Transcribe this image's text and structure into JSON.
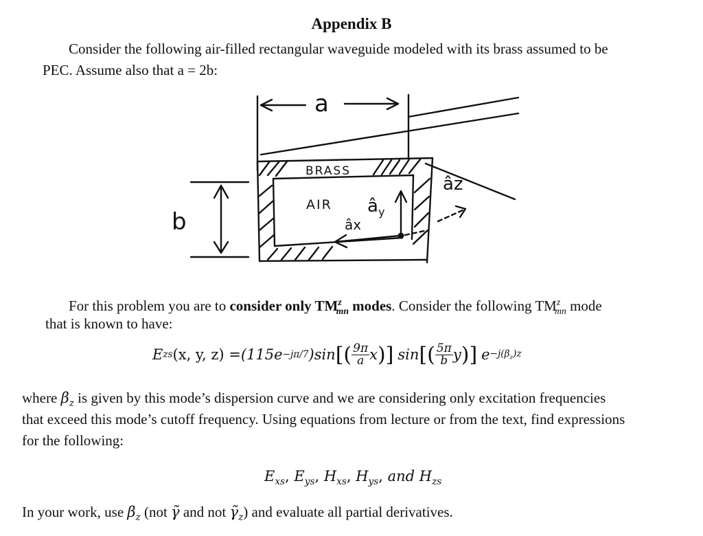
{
  "title": "Appendix B",
  "intro": {
    "line1": "Consider the following air-filled rectangular waveguide modeled with its brass assumed to be",
    "line2": "PEC. Assume also that a = 2b:"
  },
  "figure": {
    "label_a": "a",
    "label_b": "b",
    "label_brass": "BRASS",
    "label_air": "AIR",
    "label_ay": "â",
    "label_ay_sub": "y",
    "label_ax": "âx",
    "label_az": "âz"
  },
  "problem": {
    "p1_pre": "For this problem you are to ",
    "p1_bold": "consider only TM",
    "p1_bold_sup": "z",
    "p1_bold_sub": "mn",
    "p1_bold_end": " modes",
    "p1_mid": ". Consider the following TM",
    "p1_mid_sup": "z",
    "p1_mid_sub": "mn",
    "p1_end": " mode",
    "p1_line2": "that is known to have:"
  },
  "equation": {
    "lhs": "E",
    "lhs_sub": "zs",
    "lhs_args": "(x, y, z) = ",
    "amp": "(115e",
    "amp_sup": "−jπ/7",
    "amp_close": ")",
    "sin1": "sin",
    "frac1_num": "9π",
    "frac1_den": "a",
    "var1": "x",
    "sin2": "sin",
    "frac2_num": "5π",
    "frac2_den": "b",
    "var2": "y",
    "exp": "e",
    "exp_sup": "−j(β",
    "exp_sup_sub": "z",
    "exp_sup_end": ")z"
  },
  "where": {
    "line1_pre": "where ",
    "beta": "β",
    "beta_sub": "z",
    "line1_post": " is given by this mode’s dispersion curve and we are considering only excitation frequencies",
    "line2": "that exceed this mode’s cutoff frequency. Using equations from lecture or from the text, find expressions",
    "line3": "for the following:"
  },
  "fields": {
    "E": "E",
    "xs": "xs",
    "ys": "ys",
    "zs": "zs",
    "H": "H",
    "sep": ", ",
    "and": " and "
  },
  "final": {
    "pre": "In your work, use ",
    "beta": "β",
    "beta_sub": "z",
    "mid1": " (not ",
    "gamma": "γ̃",
    "mid2": " and not ",
    "gamma_z": "γ̃",
    "gamma_z_sub": "z",
    "post": ") and evaluate all partial derivatives."
  }
}
